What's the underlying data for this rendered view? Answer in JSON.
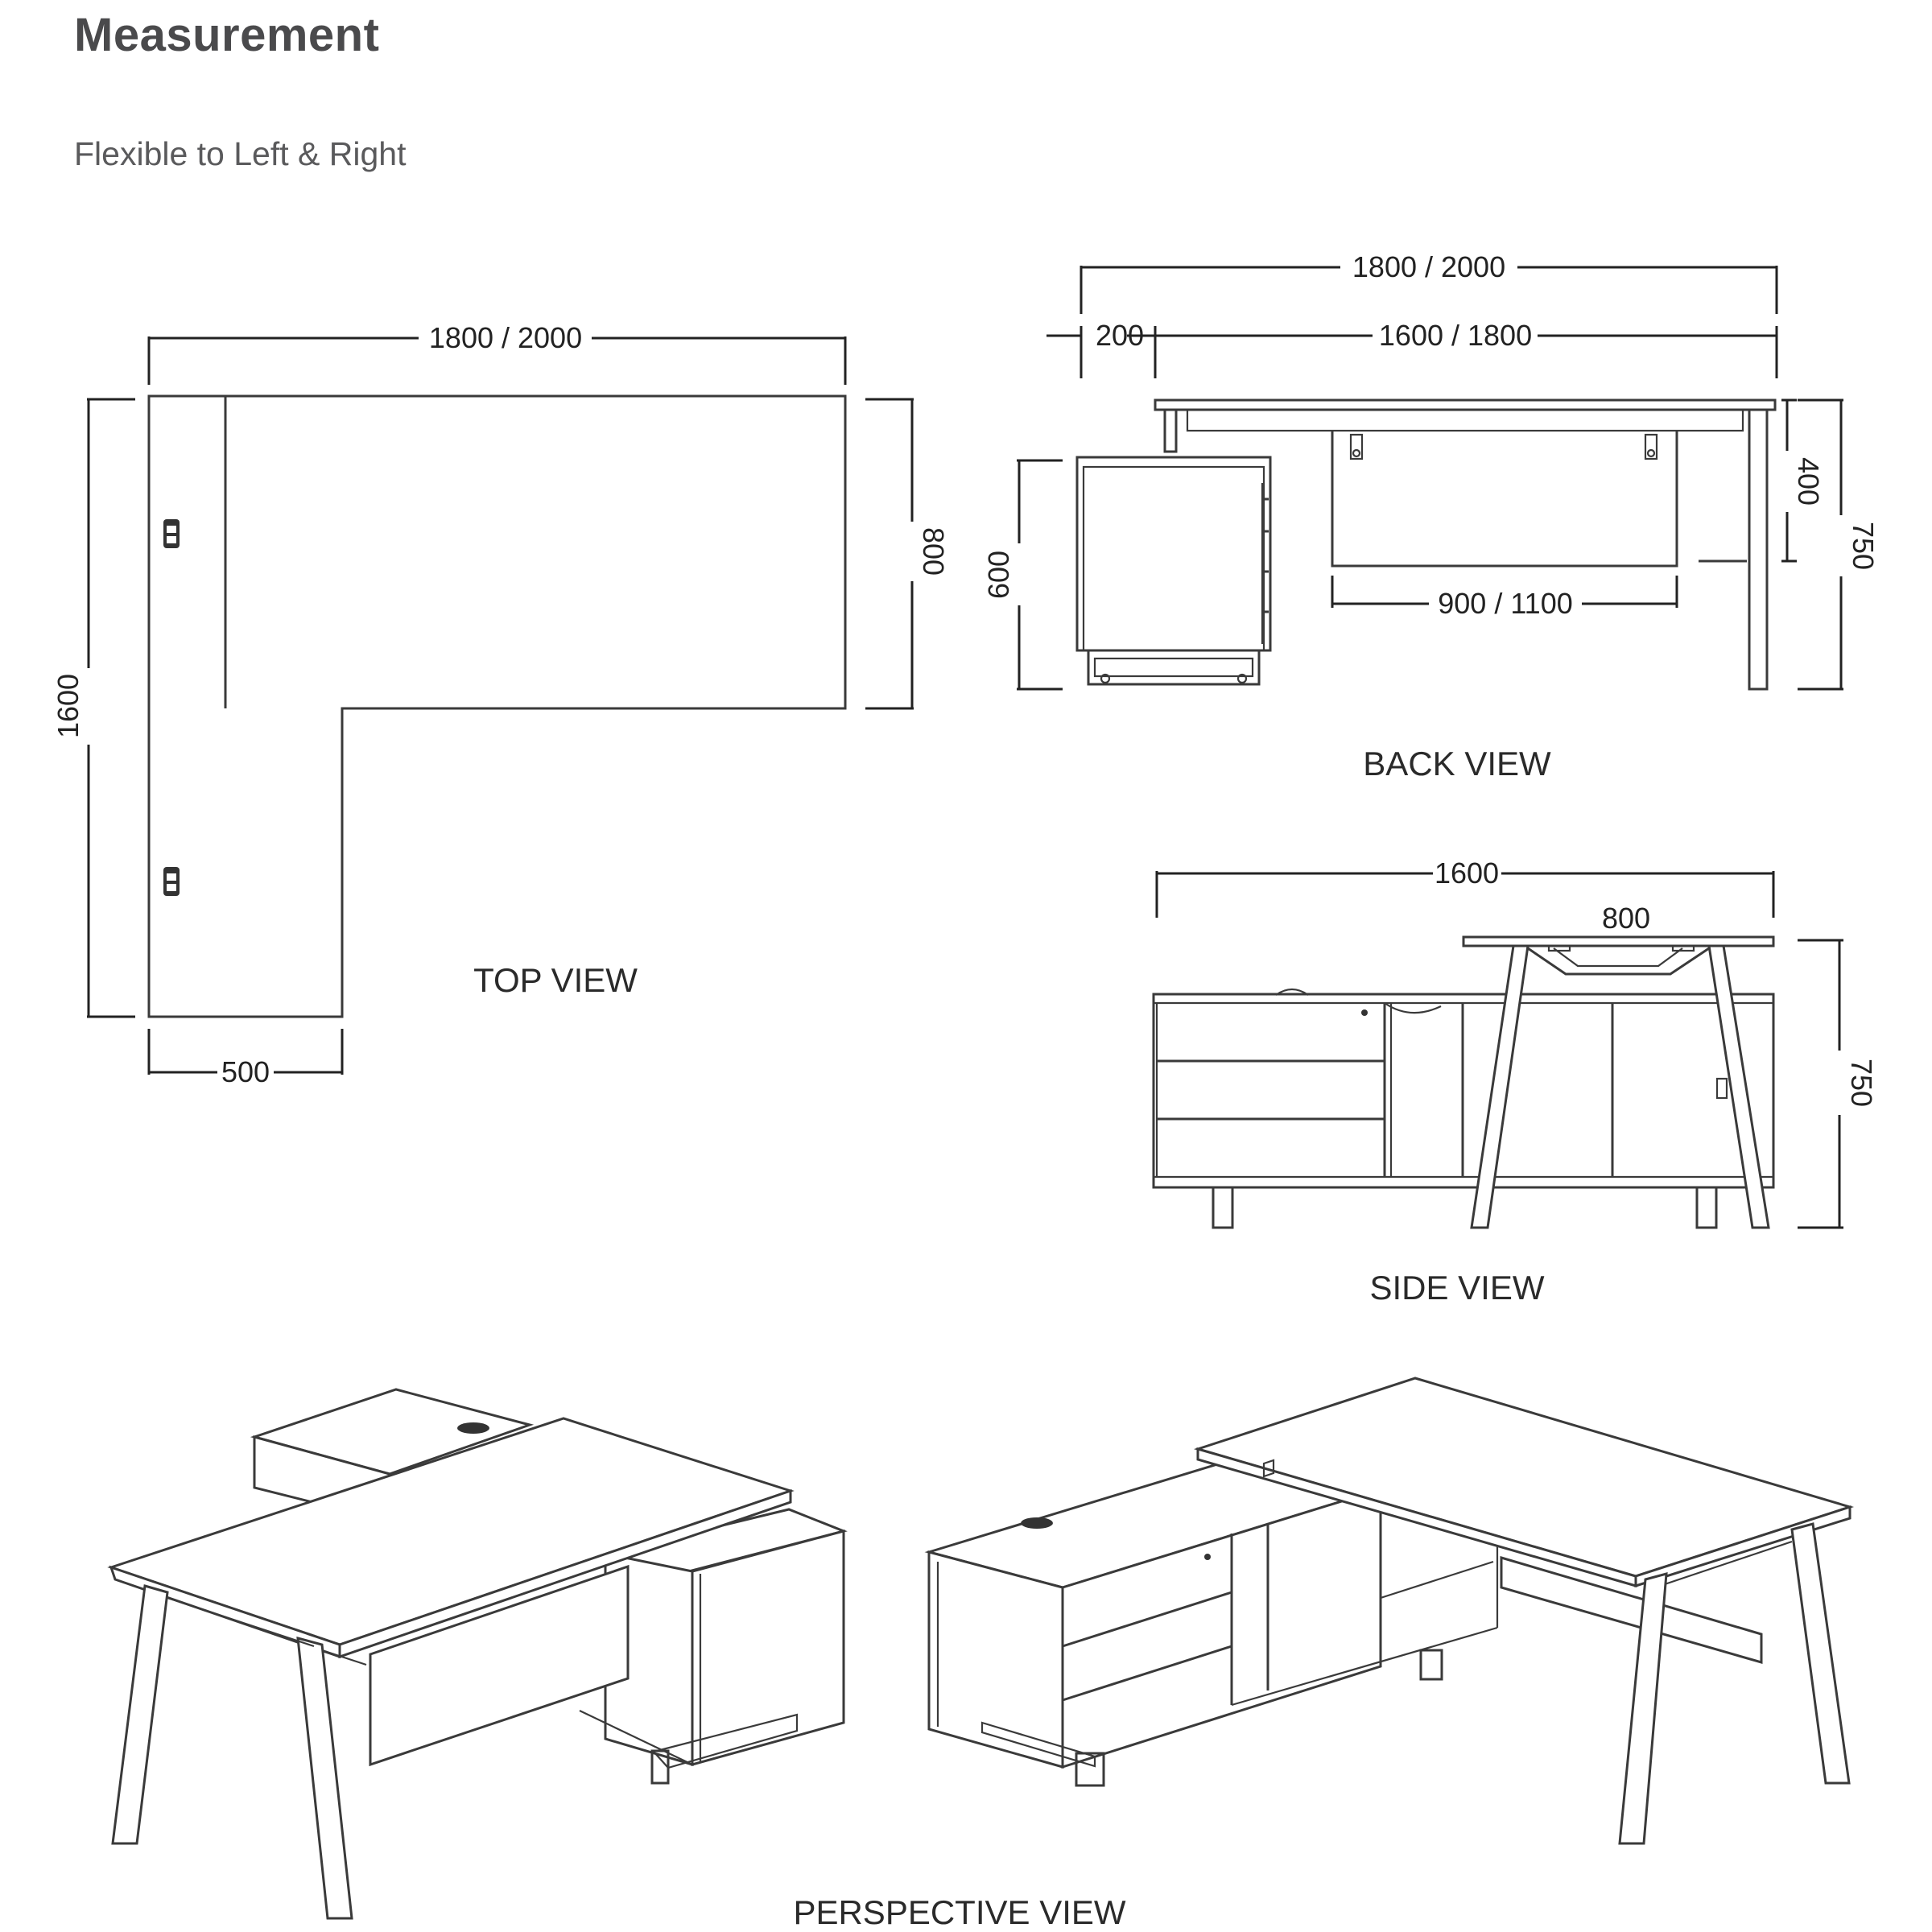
{
  "header": {
    "title": "Measurement",
    "subtitle": "Flexible to Left & Right"
  },
  "top_view": {
    "label": "TOP VIEW",
    "dims": {
      "width": "1800 / 2000",
      "depth": "800",
      "length": "1600",
      "return_width": "500"
    }
  },
  "back_view": {
    "label": "BACK VIEW",
    "dims": {
      "total": "1800 / 2000",
      "offset": "200",
      "desk": "1600 / 1800",
      "panel": "900 / 1100",
      "panel_height": "400",
      "height": "750",
      "cabinet_height": "600"
    }
  },
  "side_view": {
    "label": "SIDE VIEW",
    "dims": {
      "length": "1600",
      "top_depth": "800",
      "height": "750"
    }
  },
  "perspective_view": {
    "label": "PERSPECTIVE VIEW"
  },
  "colors": {
    "line": "#3a3a3a",
    "text": "#222222",
    "title": "#4a4a4c"
  }
}
